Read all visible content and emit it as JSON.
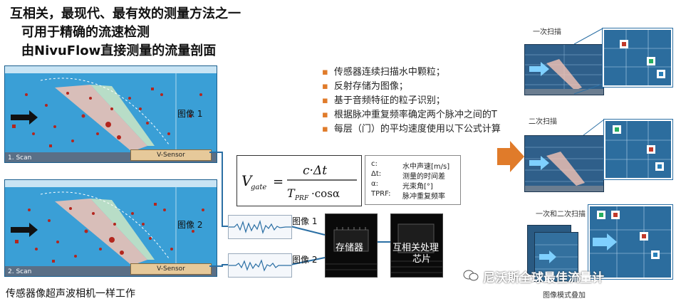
{
  "title": {
    "line1": "互相关，最现代、最有效的测量方法之一",
    "line2": "可用于精确的流速检测",
    "line3_brand": "NivuFlow",
    "line3_prefix": "由",
    "line3_suffix": "直接测量的流量剖面"
  },
  "panels": [
    {
      "scan_label": "1. Scan",
      "image_label": "图像 1",
      "sensor_label": "V-Sensor"
    },
    {
      "scan_label": "2. Scan",
      "image_label": "图像 2",
      "sensor_label": "V-Sensor"
    }
  ],
  "signals": [
    {
      "label": "图像 1"
    },
    {
      "label": "图像 2"
    }
  ],
  "chips": {
    "memory": "存储器",
    "processor_line1": "互相关处理",
    "processor_line2": "芯片"
  },
  "bullets": [
    "传感器连续扫描水中颗粒；",
    "反射存储为图像；",
    "基于音频特征的粒子识别；",
    "根据脉冲重复频率确定两个脉冲之间的T",
    "每层（门）的平均速度使用以下公式计算"
  ],
  "formula_legend": [
    {
      "sym": "c:",
      "desc": "水中声速[m/s]"
    },
    {
      "sym": "Δt:",
      "desc": "测量的时间差"
    },
    {
      "sym": "α:",
      "desc": "光束角[°]"
    },
    {
      "sym": "TPRF:",
      "desc": "脉冲重复频率"
    }
  ],
  "right": {
    "scan1_label": "一次扫描",
    "scan2_label": "二次扫描",
    "overlay_label": "一次和二次扫描",
    "overlay_caption": "图像模式叠加"
  },
  "footer": "传感器像超声波相机一样工作",
  "watermark": "尼沃斯全球最佳流量计",
  "colors": {
    "water": "#3a9fd6",
    "accent": "#e07b2a",
    "particle": "#c0392b"
  }
}
